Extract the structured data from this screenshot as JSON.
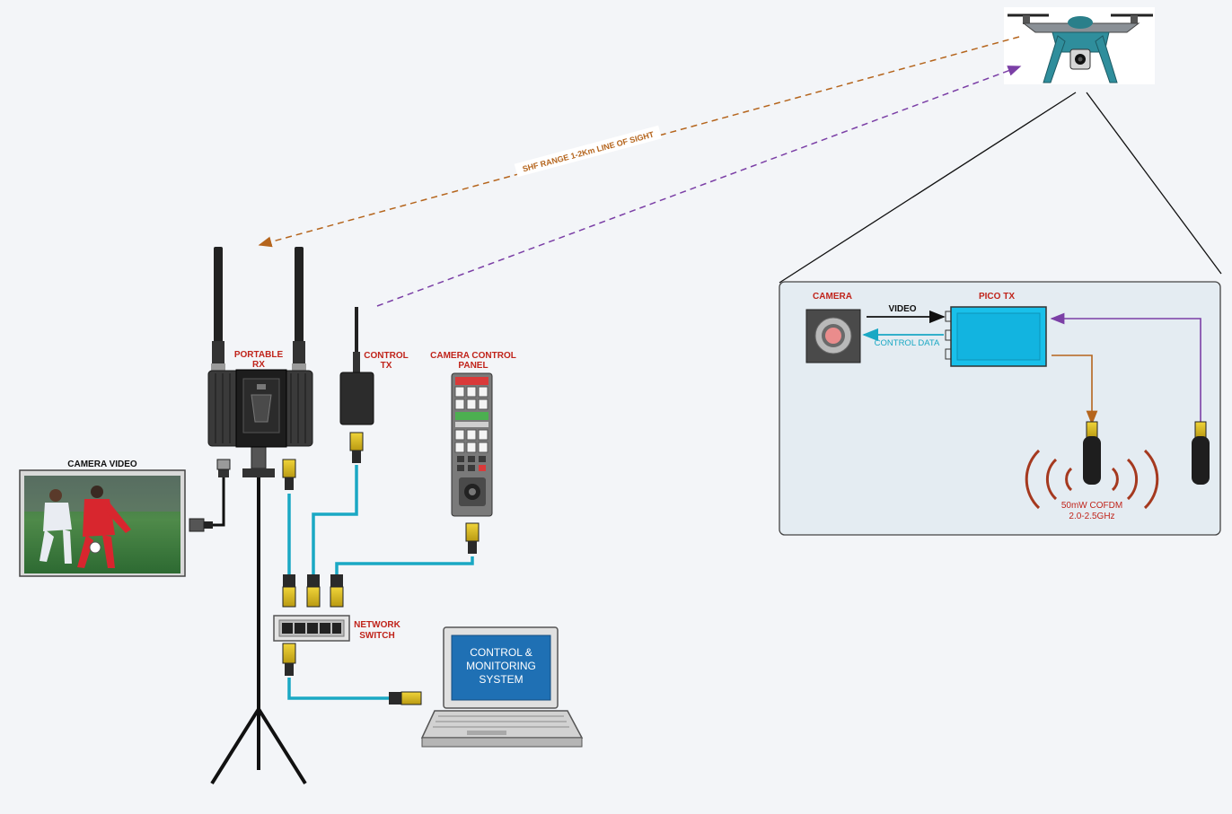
{
  "labels": {
    "range": "SHF RANGE 1-2Km LINE OF SIGHT",
    "portable_rx_1": "PORTABLE",
    "portable_rx_2": "RX",
    "control_tx_1": "CONTROL",
    "control_tx_2": "TX",
    "ccp_1": "CAMERA CONTROL",
    "ccp_2": "PANEL",
    "camera_video": "CAMERA VIDEO",
    "network_1": "NETWORK",
    "network_2": "SWITCH",
    "laptop_1": "CONTROL &",
    "laptop_2": "MONITORING",
    "laptop_3": "SYSTEM",
    "camera": "CAMERA",
    "pico_tx": "PICO TX",
    "video": "VIDEO",
    "control_data": "CONTROL DATA",
    "cofdm_1": "50mW COFDM",
    "cofdm_2": "2.0-2.5GHz"
  },
  "colors": {
    "background": "#f3f5f8",
    "label_red": "#c0241b",
    "cable_cyan": "#1aa8c4",
    "link_orange": "#b5651d",
    "link_purple": "#7b3fa6",
    "laptop_screen": "#1f70b4",
    "pico_tx": "#19c0ea",
    "inset_panel": "#e4ecf2"
  },
  "icons": [
    "drone-icon",
    "antenna-icon",
    "rj45-connector-icon",
    "bnc-connector-icon",
    "tripod-icon",
    "laptop-icon",
    "network-switch-icon",
    "camera-icon",
    "radio-waves-icon"
  ]
}
